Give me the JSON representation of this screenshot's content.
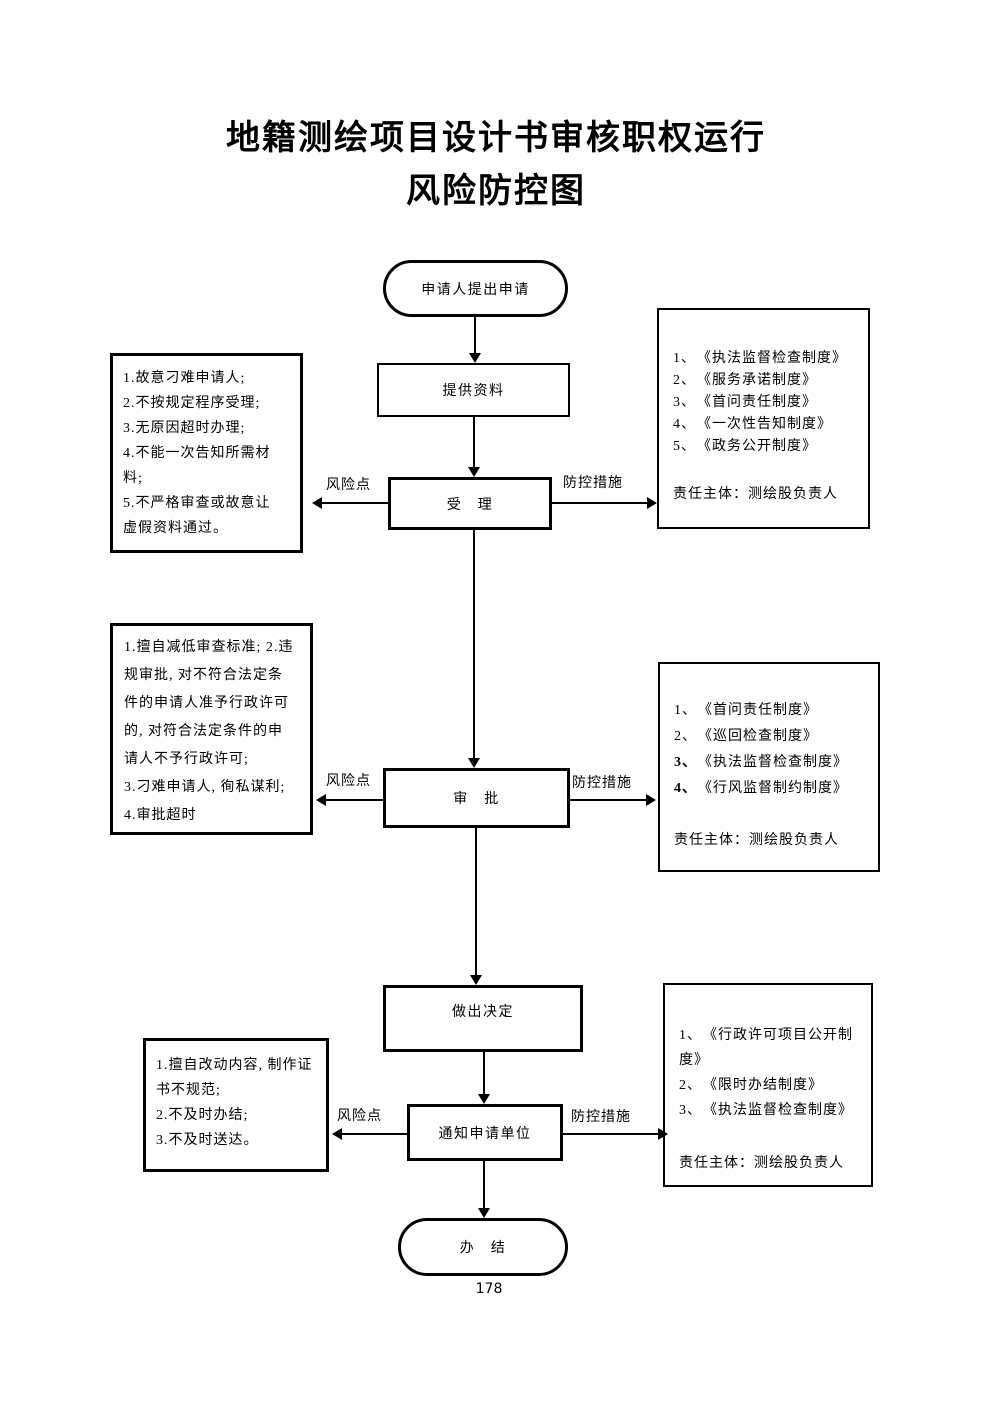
{
  "page": {
    "title_line1": "地籍测绘项目设计书审核职权运行",
    "title_line2": "风险防控图",
    "page_number": "178"
  },
  "flow_nodes": {
    "start": "申请人提出申请",
    "provide": "提供资料",
    "accept": "受　理",
    "approve": "审　批",
    "decide": "做出决定",
    "notify": "通知申请单位",
    "end": "办　结"
  },
  "arrow_labels": {
    "risk": "风险点",
    "control": "防控措施"
  },
  "risk_boxes": [
    {
      "lines": [
        "1.故意刁难申请人;",
        "2.不按规定程序受理;",
        "3.无原因超时办理;",
        "4.不能一次告知所需材料;",
        "5.不严格审查或故意让虚假资料通过。"
      ]
    },
    {
      "lines": [
        "1.擅自减低审查标准; 2.违规审批, 对不符合法定条件的申请人准予行政许可的, 对符合法定条件的申请人不予行政许可;",
        "3.刁难申请人, 徇私谋利;",
        "4.审批超时"
      ]
    },
    {
      "lines": [
        "1.擅自改动内容, 制作证书不规范;",
        "2.不及时办结;",
        "3.不及时送达。"
      ]
    }
  ],
  "control_boxes": [
    {
      "items": [
        {
          "num": "1、",
          "text": "《执法监督检查制度》",
          "bold_num": false
        },
        {
          "num": "2、",
          "text": "《服务承诺制度》",
          "bold_num": false
        },
        {
          "num": "3、",
          "text": "《首问责任制度》",
          "bold_num": false
        },
        {
          "num": "4、",
          "text": "《一次性告知制度》",
          "bold_num": false
        },
        {
          "num": "5、",
          "text": "《政务公开制度》",
          "bold_num": false
        }
      ],
      "responsible": "责任主体：测绘股负责人"
    },
    {
      "items": [
        {
          "num": "1、",
          "text": "《首问责任制度》",
          "bold_num": false
        },
        {
          "num": "2、",
          "text": "《巡回检查制度》",
          "bold_num": false
        },
        {
          "num": "3、",
          "text": "《执法监督检查制度》",
          "bold_num": true
        },
        {
          "num": "4、",
          "text": "《行风监督制约制度》",
          "bold_num": true
        }
      ],
      "responsible": "责任主体：测绘股负责人"
    },
    {
      "items": [
        {
          "num": "1、",
          "text": "《行政许可项目公开制度》",
          "bold_num": false
        },
        {
          "num": "2、",
          "text": "《限时办结制度》",
          "bold_num": false
        },
        {
          "num": "3、",
          "text": "《执法监督检查制度》",
          "bold_num": false
        }
      ],
      "responsible": "责任主体：测绘股负责人"
    }
  ]
}
